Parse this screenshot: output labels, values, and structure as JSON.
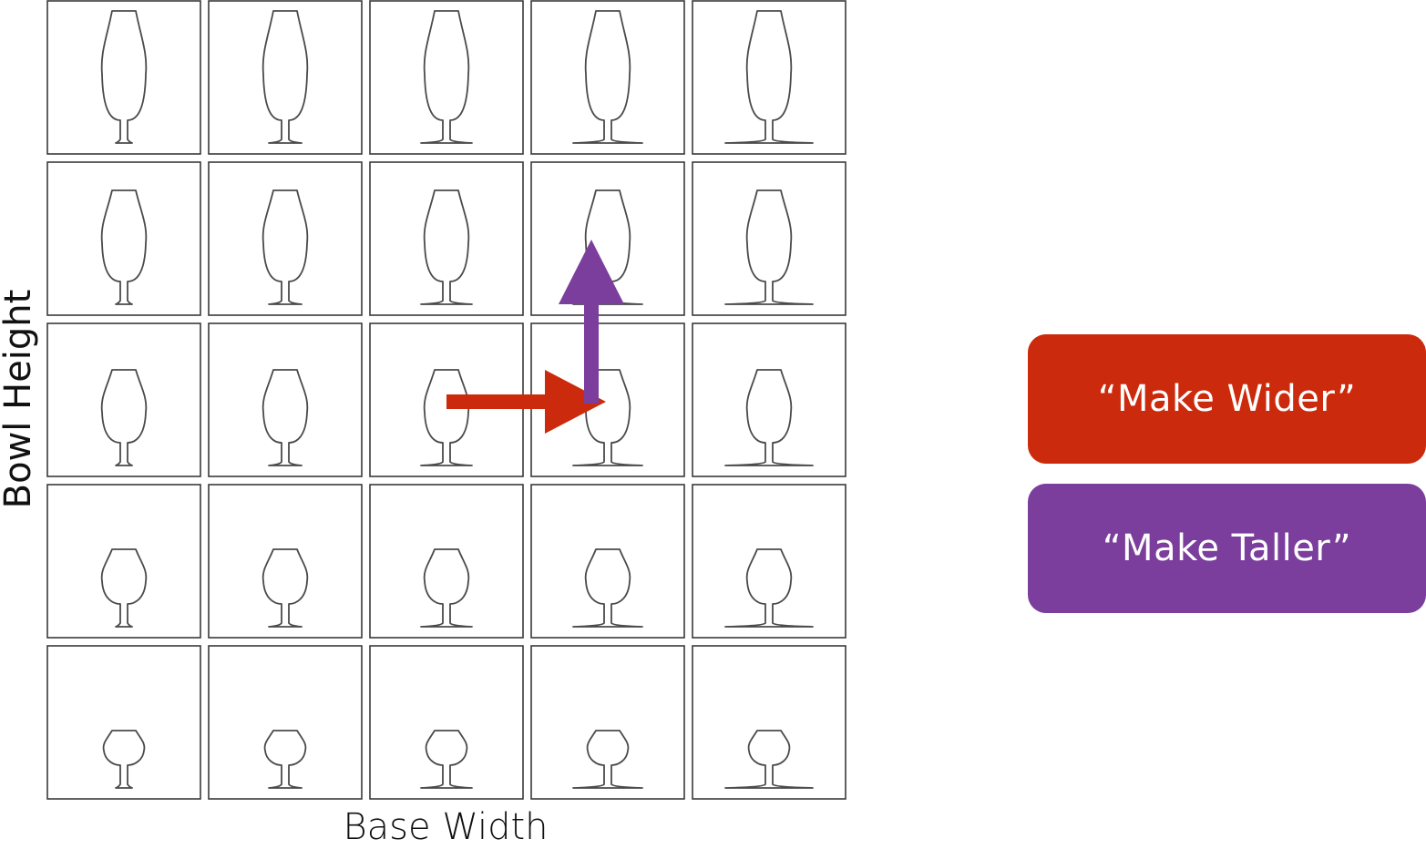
{
  "axes": {
    "x_label": "Base Width",
    "y_label": "Bowl Height"
  },
  "grid": {
    "rows": 5,
    "cols": 5,
    "row_axis": "Bowl Height",
    "col_axis": "Base Width",
    "row_order": "tallest bowl at top",
    "col_order": "narrowest base at left"
  },
  "arrows": {
    "wider": {
      "from_cell": [
        2,
        2
      ],
      "to_cell": [
        2,
        3
      ],
      "color": "#cc2a0c"
    },
    "taller": {
      "from_cell": [
        2,
        3
      ],
      "to_cell": [
        1,
        3
      ],
      "color": "#7b3e9d"
    }
  },
  "commands": {
    "wider": {
      "label": "“Make Wider”",
      "color": "#cc2a0c"
    },
    "taller": {
      "label": "“Make Taller”",
      "color": "#7b3e9d"
    }
  },
  "colors": {
    "glass_stroke": "#4a4a4a",
    "cell_border": "#3a3a3a",
    "background": "#ffffff"
  }
}
